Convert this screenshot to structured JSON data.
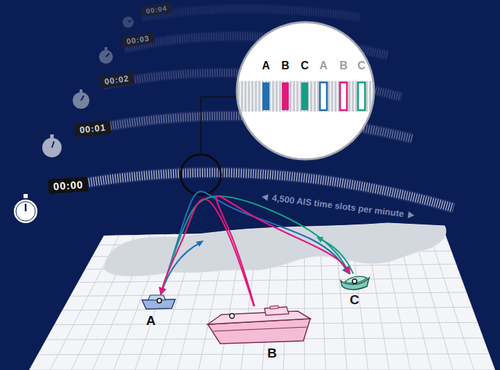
{
  "diagram": {
    "nodes": [
      {
        "text": [
          "A",
          "B",
          "C",
          "A",
          "B",
          "C"
        ]
      },
      {
        "text": [
          "A"
        ]
      },
      {
        "text": [
          "B"
        ]
      },
      {
        "text": [
          "C"
        ]
      }
    ],
    "edges": [
      {
        "from": 1,
        "to": 3,
        "arrow": "to"
      },
      {
        "from": 3,
        "to": 1,
        "arrow": "to"
      },
      {
        "from": 2,
        "to": 1,
        "arrow": "to"
      },
      {
        "from": 2,
        "to": 3,
        "arrow": "to"
      }
    ],
    "labels": [
      "00:00",
      "00:01",
      "00:02",
      "00:03",
      "00:04",
      "4,500 AIS time slots per minute"
    ]
  }
}
